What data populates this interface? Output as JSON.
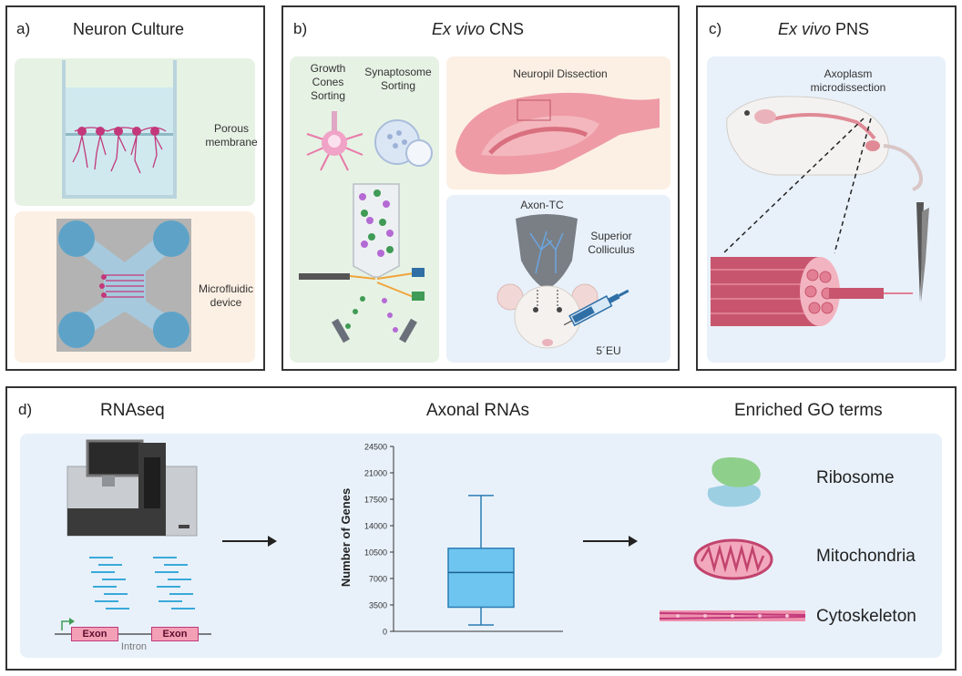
{
  "panel_a": {
    "label": "a)",
    "title": "Neuron Culture",
    "porous_membrane": [
      "Porous",
      "membrane"
    ],
    "microfluidic_device": [
      "Microfluidic",
      "device"
    ]
  },
  "panel_b": {
    "label": "b)",
    "title_italic": "Ex vivo",
    "title_rest": "CNS",
    "growth_cones_sorting": [
      "Growth",
      "Cones",
      "Sorting"
    ],
    "synaptosome_sorting": [
      "Synaptosome",
      "Sorting"
    ],
    "neuropil_dissection": "Neuropil Dissection",
    "axon_tc": "Axon-TC",
    "superior_colliculus": [
      "Superior",
      "Colliculus"
    ],
    "eu": "5´EU"
  },
  "panel_c": {
    "label": "c)",
    "title_italic": "Ex vivo",
    "title_rest": "PNS",
    "axoplasm": [
      "Axoplasm",
      "microdissection"
    ]
  },
  "panel_d": {
    "label": "d)",
    "rnaseq": "RNAseq",
    "axonal_rnas": "Axonal RNAs",
    "enriched_go": "Enriched GO terms",
    "exon1": "Exon",
    "exon2": "Exon",
    "intron": "Intron",
    "go_terms": [
      "Ribosome",
      "Mitochondria",
      "Cytoskeleton"
    ]
  },
  "colors": {
    "green_bg": "#e6f2e4",
    "peach_bg": "#fcf0e4",
    "blue_bg": "#e8f1fa",
    "box_fill": "#6ec6f0",
    "magenta": "#c2387a"
  },
  "chart_data": {
    "type": "box",
    "title": "Axonal RNAs",
    "xlabel": "",
    "ylabel": "Number of Genes",
    "ylim": [
      0,
      24500
    ],
    "yticks": [
      0,
      3500,
      7000,
      10500,
      14000,
      17500,
      21000,
      24500
    ],
    "ytick_labels": [
      "0",
      "3500",
      "7000",
      "10500",
      "14000",
      "17500",
      "21000",
      "24500"
    ],
    "box": {
      "min": 850,
      "q1": 3200,
      "median": 7800,
      "q3": 11000,
      "max": 18000
    },
    "grid": false
  }
}
